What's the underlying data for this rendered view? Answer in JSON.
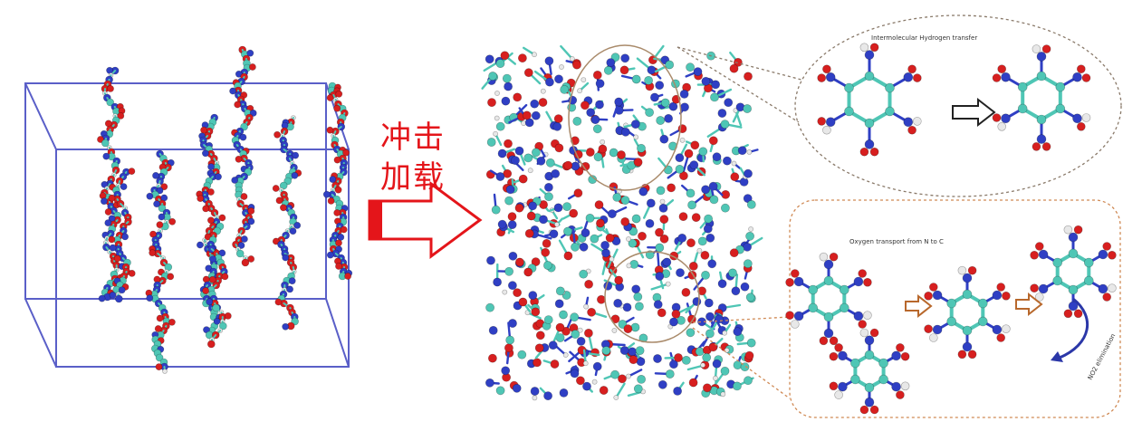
{
  "arrow": {
    "label_line1": "冲击",
    "label_line2": "加载",
    "color": "#e4151a"
  },
  "callouts": {
    "top": {
      "label": "Intermolecular Hydrogen transfer"
    },
    "bottom": {
      "label": "Oxygen transport from N to C"
    },
    "side_label": "NO2 elimination"
  },
  "colors": {
    "box": "#5a5fc8",
    "oxygen": "#d71f1f",
    "nitrogen": "#2f3fc4",
    "carbon": "#4fc6b5",
    "hydrogen": "#e8e8e8",
    "ring": "#a98a6a",
    "dashed": "#8a7a6a",
    "orange_dashed": "#d08a55"
  }
}
